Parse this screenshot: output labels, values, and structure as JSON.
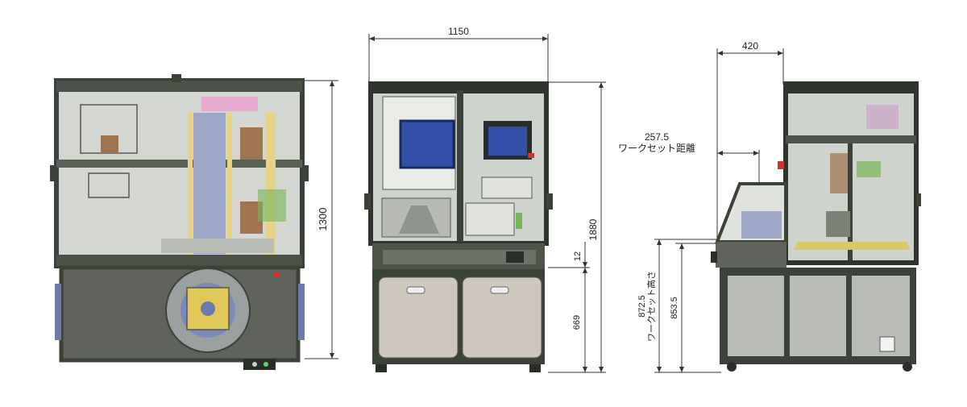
{
  "dimensions": {
    "plan_height": "1300",
    "front_width": "1150",
    "front_height": "1880",
    "front_step": "12",
    "front_lower": "669",
    "side_depth": "420",
    "side_work_distance": "257.5",
    "side_work_distance_label": "ワークセット距離",
    "side_work_height_a": "872.5",
    "side_work_height_b": "853.5",
    "side_work_height_label": "ワークセット高さ"
  },
  "colors": {
    "frame": "#3b4238",
    "frame_light": "#5a6256",
    "panel": "#c9cdc6",
    "screen": "#2f4fa8",
    "pink": "#e6a8cc",
    "yellow": "#e8d28a",
    "green": "#77b55a",
    "brown": "#a0744f",
    "door": "#cdc7bd",
    "dim": "#333333"
  }
}
